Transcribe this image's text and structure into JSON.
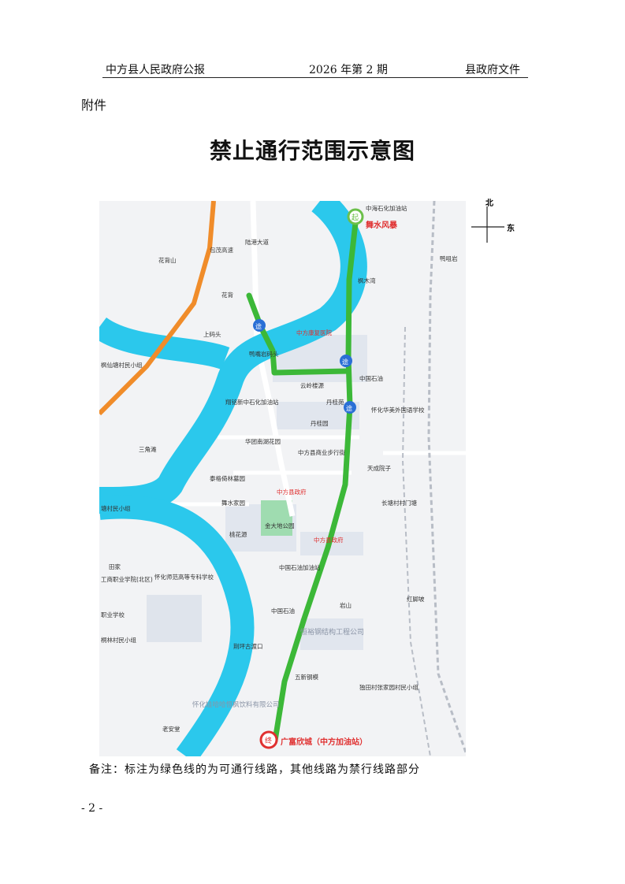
{
  "header": {
    "left": "中方县人民政府公报",
    "center": "2026 年第 2 期",
    "right": "县政府文件"
  },
  "attachment_label": "附件",
  "title": "禁止通行范围示意图",
  "compass": {
    "north": "北",
    "east": "东"
  },
  "map": {
    "start_marker": "起",
    "end_marker": "终",
    "via_marker": "途",
    "labels": {
      "l01": "中海石化加油站",
      "l02": "舞水风暴",
      "l03": "鸭咀岩",
      "l04": "花背山",
      "l05": "包茂高速",
      "l06": "陆港大道",
      "l07": "枫木湾",
      "l08": "花背",
      "l09": "上码头",
      "l10": "中方康复医院",
      "l11": "鸭嘴岩码头",
      "l12": "枫仙塘村民小组",
      "l13": "中国石油",
      "l14": "云岭楼源",
      "l15": "翔铭新中石化加油站",
      "l16": "丹桂苑",
      "l17": "怀化华美外国语学校",
      "l18": "丹桂园",
      "l19": "华团南湖花园",
      "l20": "中方县商业步行街",
      "l21": "三角滩",
      "l22": "天成院子",
      "l23": "泰格倚林墓园",
      "l24": "中方县政府",
      "l25": "舞水家园",
      "l26": "长塘村村门塘",
      "l27": "塘村民小组",
      "l28": "金大地公园",
      "l29": "桃花源",
      "l30": "中方县政府",
      "l31": "中国石油加油站",
      "l32": "田家",
      "l33": "工商职业学院(北区)",
      "l34": "怀化师范高等专科学校",
      "l35": "中国石油",
      "l36": "岩山",
      "l37": "职业学校",
      "l38": "红脚坡",
      "l39": "恒裕钢结构工程公司",
      "l40": "桐林村民小组",
      "l41": "荆坪古渡口",
      "l42": "五新钢模",
      "l43": "独田村张家园村民小组",
      "l44": "怀化娃哈哈恒枫饮料有限公司",
      "l45": "老安堂",
      "l46": "广富欣城（中方加油站）"
    }
  },
  "note": "备注：标注为绿色线的为可通行线路，其他线路为禁行线路部分",
  "page_number": "- 2 -",
  "colors": {
    "river": "#2bc8ec",
    "route": "#3cb838",
    "highway": "#f08c2a",
    "start": "#6cc04a",
    "end": "#e03030",
    "via": "#2a6fd6"
  }
}
